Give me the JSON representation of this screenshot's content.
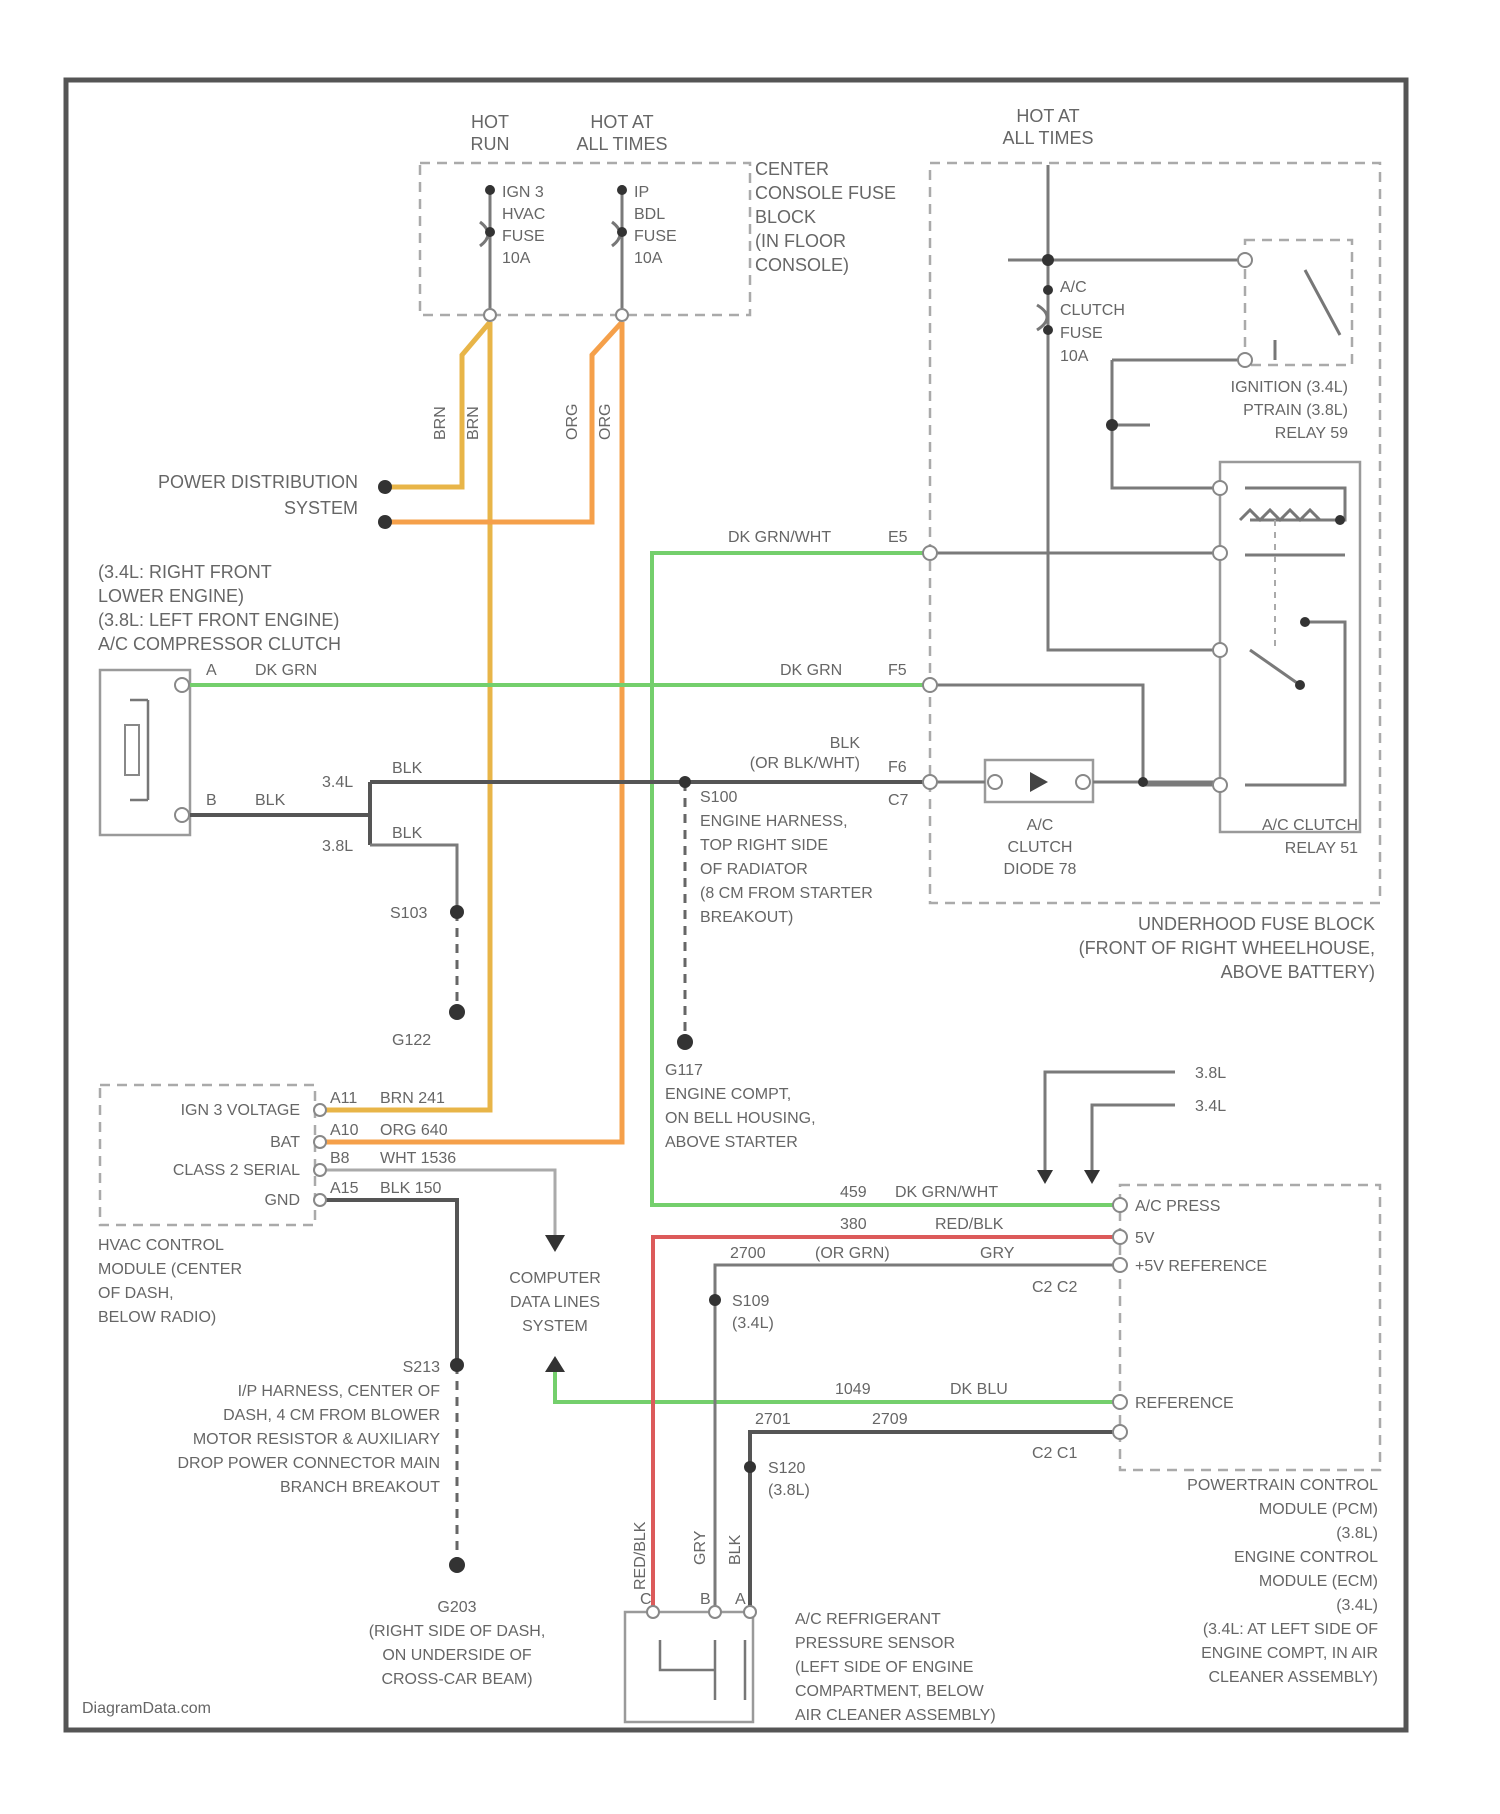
{
  "labels": {
    "hot_run": "HOT\nRUN",
    "hot_all_times_top": "HOT AT\nALL TIMES",
    "hot_all_times_right": "HOT AT\nALL TIMES",
    "fuse_ign": "IGN 3\nHVAC\nFUSE\n10A",
    "fuse_ip": "IP\nBDL\nFUSE\n10A",
    "center_console": "CENTER\nCONSOLE FUSE\nBLOCK\n(IN FLOOR\nCONSOLE)",
    "ac_clutch_fuse": "A/C\nCLUTCH\nFUSE\n10A",
    "ignition_relay": "IGNITION (3.4L)\nPTRAIN (3.8L)\nRELAY 59",
    "power_distribution": "POWER DISTRIBUTION\nSYSTEM",
    "compressor_clutch": "(3.4L: RIGHT FRONT\nLOWER ENGINE)\n(3.8L: LEFT FRONT ENGINE)\nA/C COMPRESSOR CLUTCH",
    "wire_brn_1": "BRN",
    "wire_brn_2": "BRN",
    "wire_org_1": "ORG",
    "wire_org_2": "ORG",
    "pin_a": "A",
    "pin_b": "B",
    "dk_grn_a": "DK GRN",
    "blk_b": "BLK",
    "dk_grn_wht": "DK GRN/WHT",
    "dk_grn_mid": "DK GRN",
    "blk_mid": "BLK\n(OR BLK/WHT)",
    "term_e5": "E5",
    "term_f5": "F5",
    "term_f6": "F6",
    "term_c7": "C7",
    "l34": "3.4L",
    "l38": "3.8L",
    "blk_34": "BLK",
    "blk_38": "BLK",
    "s100": "S100\nENGINE HARNESS,\nTOP RIGHT SIDE\nOF RADIATOR\n(8 CM FROM STARTER\nBREAKOUT)",
    "s103": "S103",
    "g122": "G122",
    "g117": "G117\nENGINE COMPT,\nON BELL HOUSING,\nABOVE STARTER",
    "ac_diode": "A/C\nCLUTCH\nDIODE 78",
    "ac_relay": "A/C CLUTCH\nRELAY 51",
    "underhood": "UNDERHOOD FUSE BLOCK\n(FRONT OF RIGHT WHEELHOUSE,\nABOVE BATTERY)",
    "hvac_ign3": "IGN 3 VOLTAGE",
    "hvac_bat": "BAT",
    "hvac_class2": "CLASS 2 SERIAL",
    "hvac_gnd": "GND",
    "hvac_module": "HVAC CONTROL\nMODULE (CENTER\nOF DASH,\nBELOW RADIO)",
    "hvac_w1": "BRN 241",
    "hvac_w2": "ORG 640",
    "hvac_w3": "WHT 1536",
    "hvac_w4": "BLK 150",
    "hvac_p1": "A11",
    "hvac_p2": "A10",
    "hvac_p3": "B8",
    "hvac_p4": "A15",
    "computer_data": "COMPUTER\nDATA LINES\nSYSTEM",
    "s213": "S213\nI/P HARNESS, CENTER OF\nDASH, 4 CM FROM BLOWER\nMOTOR RESISTOR & AUXILIARY\nDROP POWER CONNECTOR MAIN\nBRANCH BREAKOUT",
    "g203": "G203\n(RIGHT SIDE OF DASH,\nON UNDERSIDE OF\nCROSS-CAR BEAM)",
    "l38_right1": "3.8L",
    "l34_right2": "3.4L",
    "pcm_ac_press": "A/C PRESS",
    "pcm_5v": "5V",
    "pcm_5v_ref": "+5V REFERENCE",
    "pcm_reference": "REFERENCE",
    "pcm_w1": "DK GRN/WHT",
    "pcm_w2": "RED/BLK",
    "pcm_w3": "(OR GRN)",
    "pcm_w4": "DK BLU",
    "pcm_w5": "GRY",
    "pcm_c1": "459",
    "pcm_c2": "380",
    "pcm_c3": "2700",
    "pcm_c4": "1049",
    "pcm_c5": "2701",
    "pcm_c6": "2709",
    "pcm_pins1": "C2   C2",
    "pcm_pins2": "C2   C1",
    "s109": "S109\n(3.4L)",
    "s120": "S120\n(3.8L)",
    "pcm_module": "POWERTRAIN CONTROL\nMODULE (PCM)\n(3.8L)\nENGINE CONTROL\nMODULE (ECM)\n(3.4L)\n(3.4L: AT LEFT SIDE OF\nENGINE COMPT, IN AIR\nCLEANER ASSEMBLY)",
    "sensor_label": "A/C REFRIGERANT\nPRESSURE SENSOR\n(LEFT SIDE OF ENGINE\nCOMPARTMENT, BELOW\nAIR CLEANER ASSEMBLY)",
    "sensor_w_red": "RED/BLK",
    "sensor_w_gry": "GRY",
    "sensor_w_blk": "BLK",
    "sensor_pin_c": "C",
    "sensor_pin_b": "B",
    "sensor_pin_a": "A",
    "watermark": "DiagramData.com"
  },
  "colors": {
    "yellow_wire": "#e8b548",
    "orange_wire": "#f5a04a",
    "green_wire": "#74cf6c",
    "red_wire": "#dc5a5a",
    "black_wire": "#555555"
  }
}
